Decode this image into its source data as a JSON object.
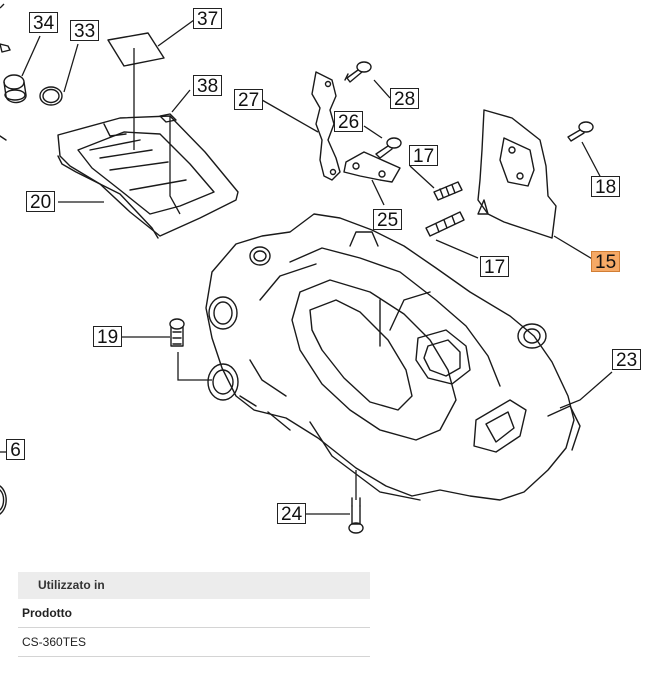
{
  "diagram": {
    "callouts": {
      "c33": "33",
      "c34": "34",
      "c37": "37",
      "c38": "38",
      "c20": "20",
      "c27": "27",
      "c28": "28",
      "c26": "26",
      "c25": "25",
      "c17a": "17",
      "c17b": "17",
      "c18": "18",
      "c15": "15",
      "c19": "19",
      "c6": "6",
      "c24": "24",
      "c23": "23"
    },
    "highlight_color": "#f5a966"
  },
  "usage": {
    "header": "Utilizzato in",
    "product_label": "Prodotto",
    "product_value": "CS-360TES"
  }
}
